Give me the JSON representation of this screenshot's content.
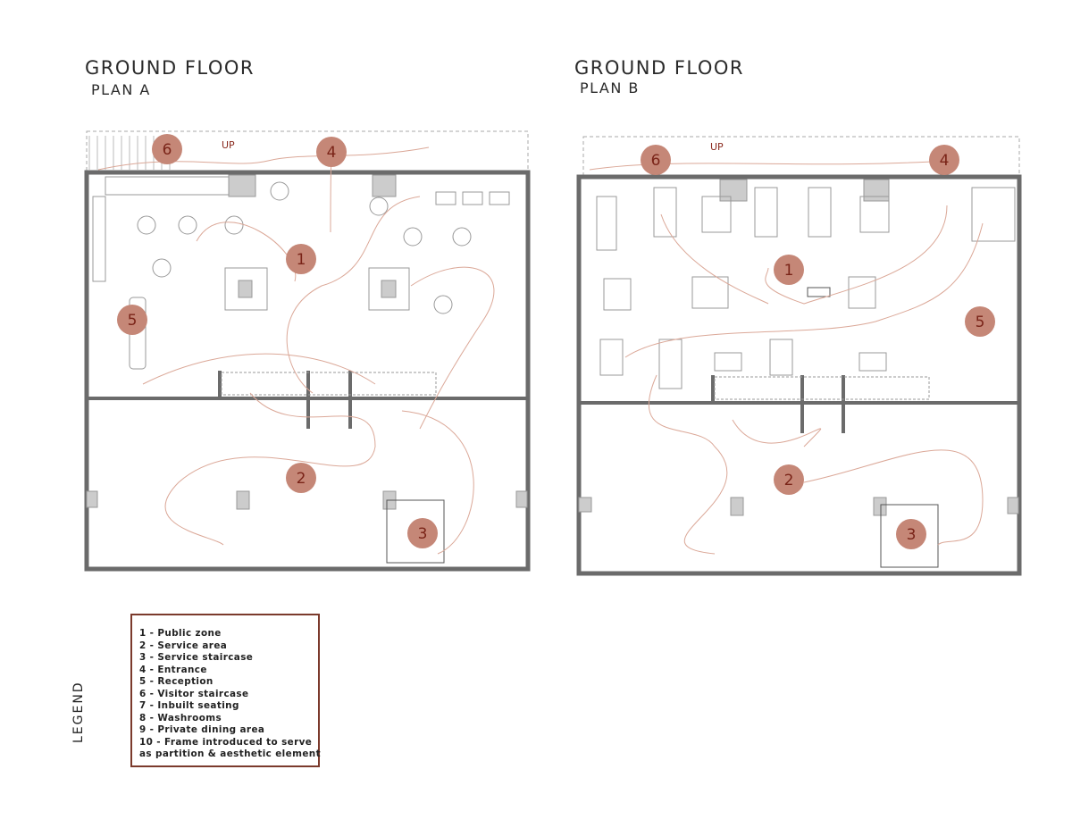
{
  "plans": [
    {
      "title": "GROUND FLOOR",
      "subtitle": "PLAN A",
      "stair_label": "UP",
      "markers": [
        "6",
        "4",
        "1",
        "5",
        "2",
        "3"
      ]
    },
    {
      "title": "GROUND FLOOR",
      "subtitle": "PLAN B",
      "stair_label": "UP",
      "markers": [
        "6",
        "4",
        "1",
        "5",
        "2",
        "3"
      ]
    }
  ],
  "legend": {
    "heading": "LEGEND",
    "items": [
      "1 - Public zone",
      "2 - Service area",
      "3 - Service staircase",
      "4 - Entrance",
      "5 - Reception",
      "6 - Visitor staircase",
      "7 - Inbuilt  seating",
      "8 - Washrooms",
      "9 - Private dining area",
      "10 - Frame introduced to serve",
      "as partition & aesthetic element"
    ]
  },
  "colors": {
    "marker_fill": "#c58777",
    "marker_text": "#7a2418",
    "wall": "#6b6b6b",
    "path": "#d9a89c",
    "legend_border": "#7b3a2c"
  }
}
